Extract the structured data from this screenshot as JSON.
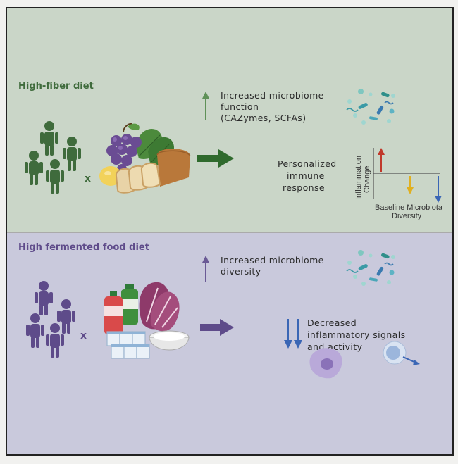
{
  "fiber": {
    "title": "High-fiber diet",
    "multiply": "x",
    "microbiome_line1": "Increased microbiome",
    "microbiome_line2": "function",
    "microbiome_line3": "(CAZymes, SCFAs)",
    "response_line1": "Personalized",
    "response_line2": "immune",
    "response_line3": "response",
    "chart": {
      "ylabel_line1": "Inflammation",
      "ylabel_line2": "Change",
      "xlabel_line1": "Baseline Microbiota",
      "xlabel_line2": "Diversity"
    }
  },
  "fermented": {
    "title": "High fermented food diet",
    "multiply": "x",
    "microbiome_line1": "Increased microbiome",
    "microbiome_line2": "diversity",
    "signals_line1": "Decreased",
    "signals_line2": "inflammatory signals",
    "signals_line3": "and activity"
  },
  "colors": {
    "fiber_panel": "#cad6c8",
    "fermented_panel": "#c9c9dc",
    "fiber_accent": "#3f6b3c",
    "fermented_accent": "#5e4b8a",
    "arrow_up_red": "#c0392b",
    "arrow_down_yellow": "#e0b020",
    "arrow_down_blue": "#3a66b5"
  }
}
